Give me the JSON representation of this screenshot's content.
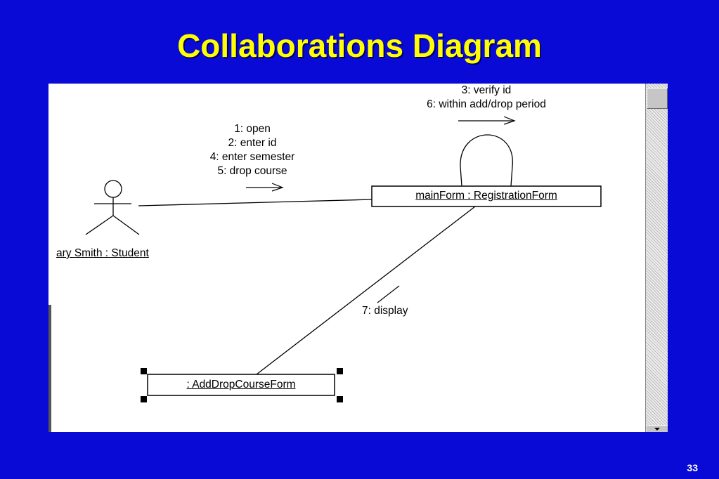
{
  "slide": {
    "title": "Collaborations Diagram",
    "page_number": "33"
  },
  "diagram": {
    "actor": {
      "label": "ary Smith : Student"
    },
    "objects": {
      "main_form": "mainForm : RegistrationForm",
      "add_drop_form": " : AddDropCourseForm"
    },
    "messages": {
      "to_main_form": [
        "1: open",
        "2: enter id",
        "4: enter semester",
        "5: drop course"
      ],
      "self_main_form": [
        "3: verify id",
        "6: within add/drop period"
      ],
      "to_add_drop": "7: display"
    }
  },
  "colors": {
    "slide_background": "#0a0ad6",
    "title": "#ffff00",
    "canvas": "#ffffff"
  }
}
